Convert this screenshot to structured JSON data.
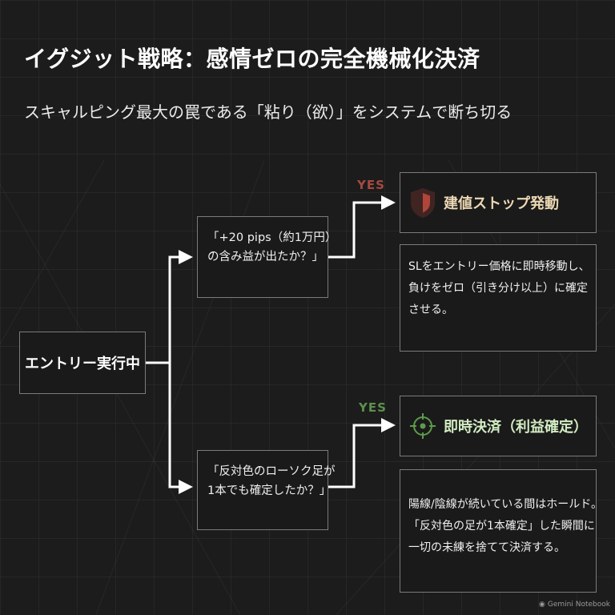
{
  "header": {
    "title": "イグジット戦略：感情ゼロの完全機械化決済",
    "subtitle": "スキャルピング最大の罠である「粘り（欲）」をシステムで断ち切る"
  },
  "flow": {
    "start": "エントリー実行中",
    "questions": [
      {
        "lines": [
          "「+20 pips（約1万円）",
          "の含み益が出たか？」"
        ]
      },
      {
        "lines": [
          "「反対色のローソク足が",
          "1本でも確定したか？」"
        ]
      }
    ],
    "branches": [
      {
        "yes_label": "YES",
        "yes_color": "#a64a40",
        "icon": "shield-icon",
        "icon_color": "#b0453a",
        "title": "建値ストップ発動",
        "title_color": "#ecd8b4",
        "desc_lines": [
          "SLをエントリー価格に即時移動し、",
          "負けをゼロ（引き分け以上）に確定",
          "させる。"
        ]
      },
      {
        "yes_label": "YES",
        "yes_color": "#5f8f4e",
        "icon": "crosshair-icon",
        "icon_color": "#5f9a4c",
        "title": "即時決済（利益確定）",
        "title_color": "#d2ecc2",
        "desc_lines": [
          "陽線/陰線が続いている間はホールド。",
          "「反対色の足が1本確定」した瞬間に",
          "一切の未練を捨てて決済する。"
        ]
      }
    ]
  },
  "watermark": {
    "icon": "notebook-icon",
    "text": "Gemini Notebook"
  },
  "colors": {
    "background": "#1c1c1c",
    "box_border": "#7b7b7b",
    "connector": "#ffffff"
  }
}
